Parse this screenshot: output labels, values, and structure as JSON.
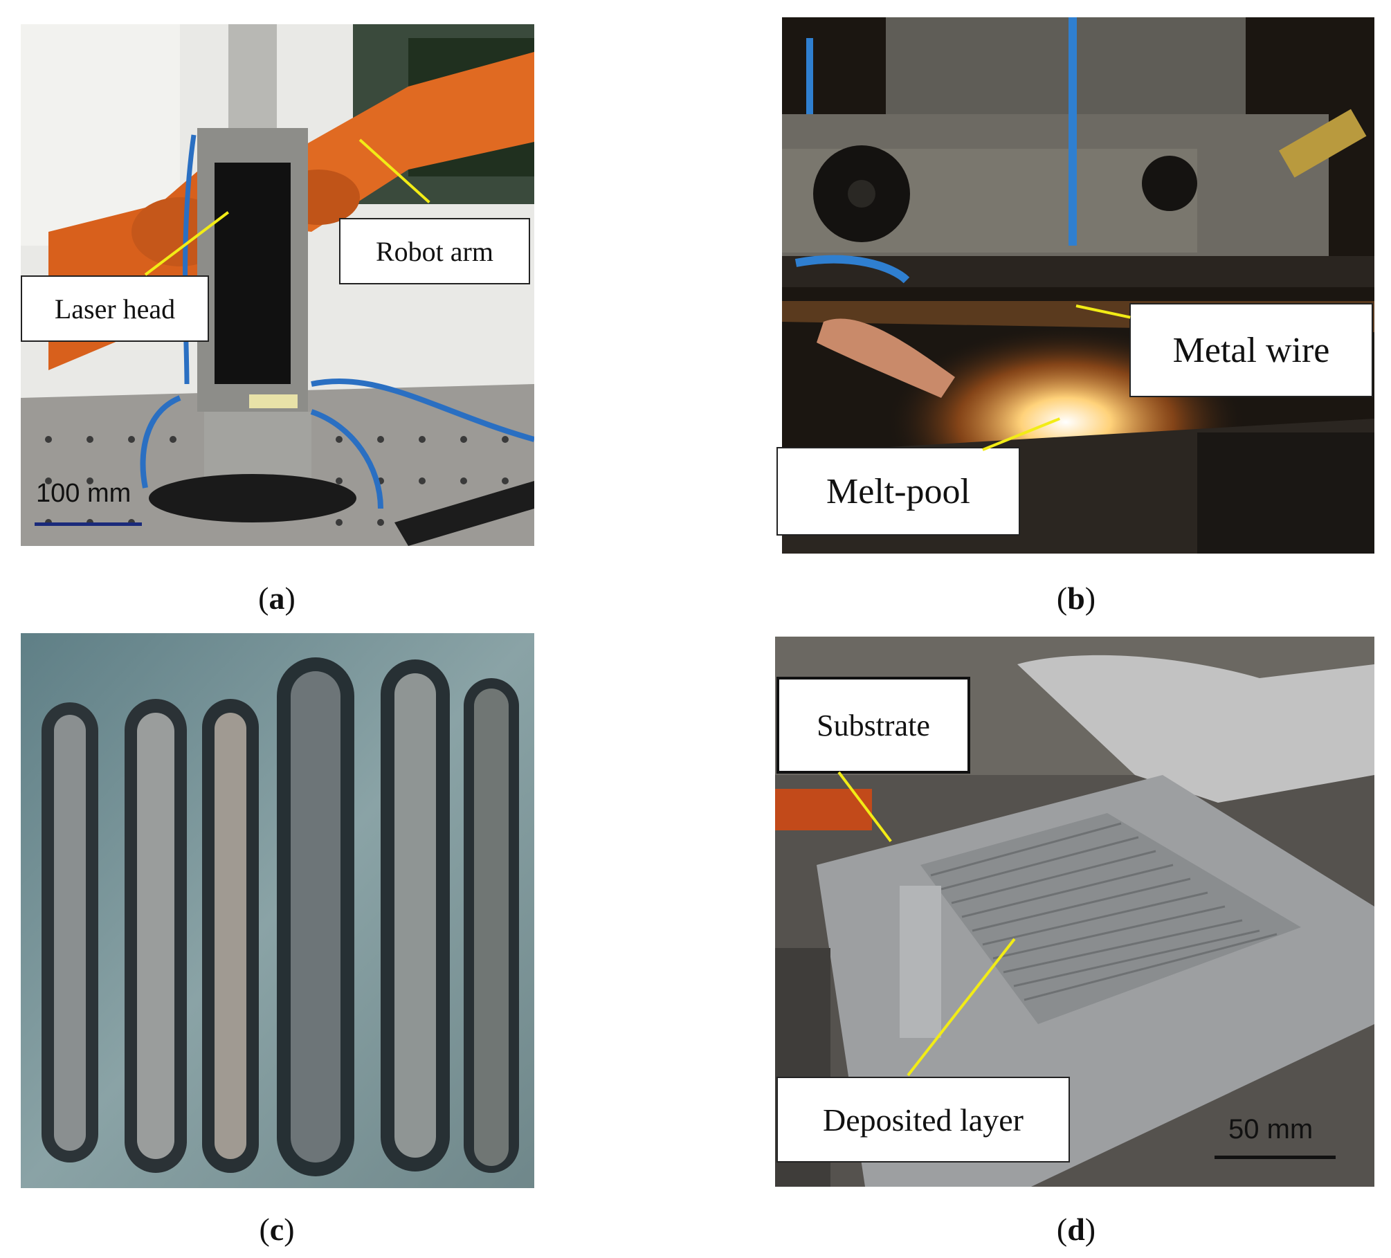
{
  "panels": {
    "a": {
      "caption_letter": "a",
      "labels": {
        "laser_head": "Laser head",
        "robot_arm": "Robot arm"
      },
      "scale_bar": "100 mm"
    },
    "b": {
      "caption_letter": "b",
      "labels": {
        "metal_wire": "Metal wire",
        "melt_pool": "Melt-pool"
      }
    },
    "c": {
      "caption_letter": "c"
    },
    "d": {
      "caption_letter": "d",
      "labels": {
        "substrate": "Substrate",
        "deposited_layer": "Deposited layer"
      },
      "scale_bar": "50 mm"
    }
  },
  "colors": {
    "pointer": "#f2ec16",
    "robot_orange": "#d8601c",
    "scale_bar_a": "#1a2a7a",
    "scale_bar_d": "#111111"
  }
}
